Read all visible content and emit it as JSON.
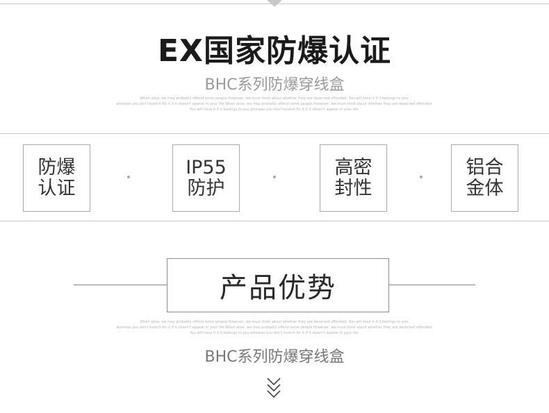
{
  "header": {
    "title": "EX国家防爆认证",
    "subtitle": "BHC系列防爆穿线盒",
    "fine_print": [
      "When alive, we may probably offend some people.However, we must think about whether they are deserved offended. You will have it if it belongs to you.",
      "whereas you don't kvetch for it if it doesn't appear in your life.When alive, we may probably offend some people.However, we must think about whether they are deserved offended.",
      "You will have it if it belongs to you,whereas you don't kvetch for it if it doesn't appear in your life."
    ]
  },
  "features": [
    {
      "label": "防爆认证"
    },
    {
      "label": "IP55防护"
    },
    {
      "label": "高密封性"
    },
    {
      "label": "铝合金体"
    }
  ],
  "advantages": {
    "title": "产品优势",
    "fine_print": [
      "When alive, we may probably offend some people.However, we must think about whether they are deserved offended. You will have it if it belongs to you.",
      "whereas you don't kvetch for it if it doesn't appear in your life.When alive, we may probably offend some people.However, we must think about whether they are deserved offended.",
      "You will have it if it belongs to you,whereas you don't kvetch for it if it doesn't appear in your life."
    ],
    "subtitle": "BHC系列防爆穿线盒"
  },
  "icons": {
    "top_notch": "down-triangle-icon",
    "scroll_hint": "double-chevron-down-icon"
  },
  "colors": {
    "line": "#c8c8c8",
    "text_dark": "#1b1b1b",
    "text_muted": "#9a9a9a"
  }
}
